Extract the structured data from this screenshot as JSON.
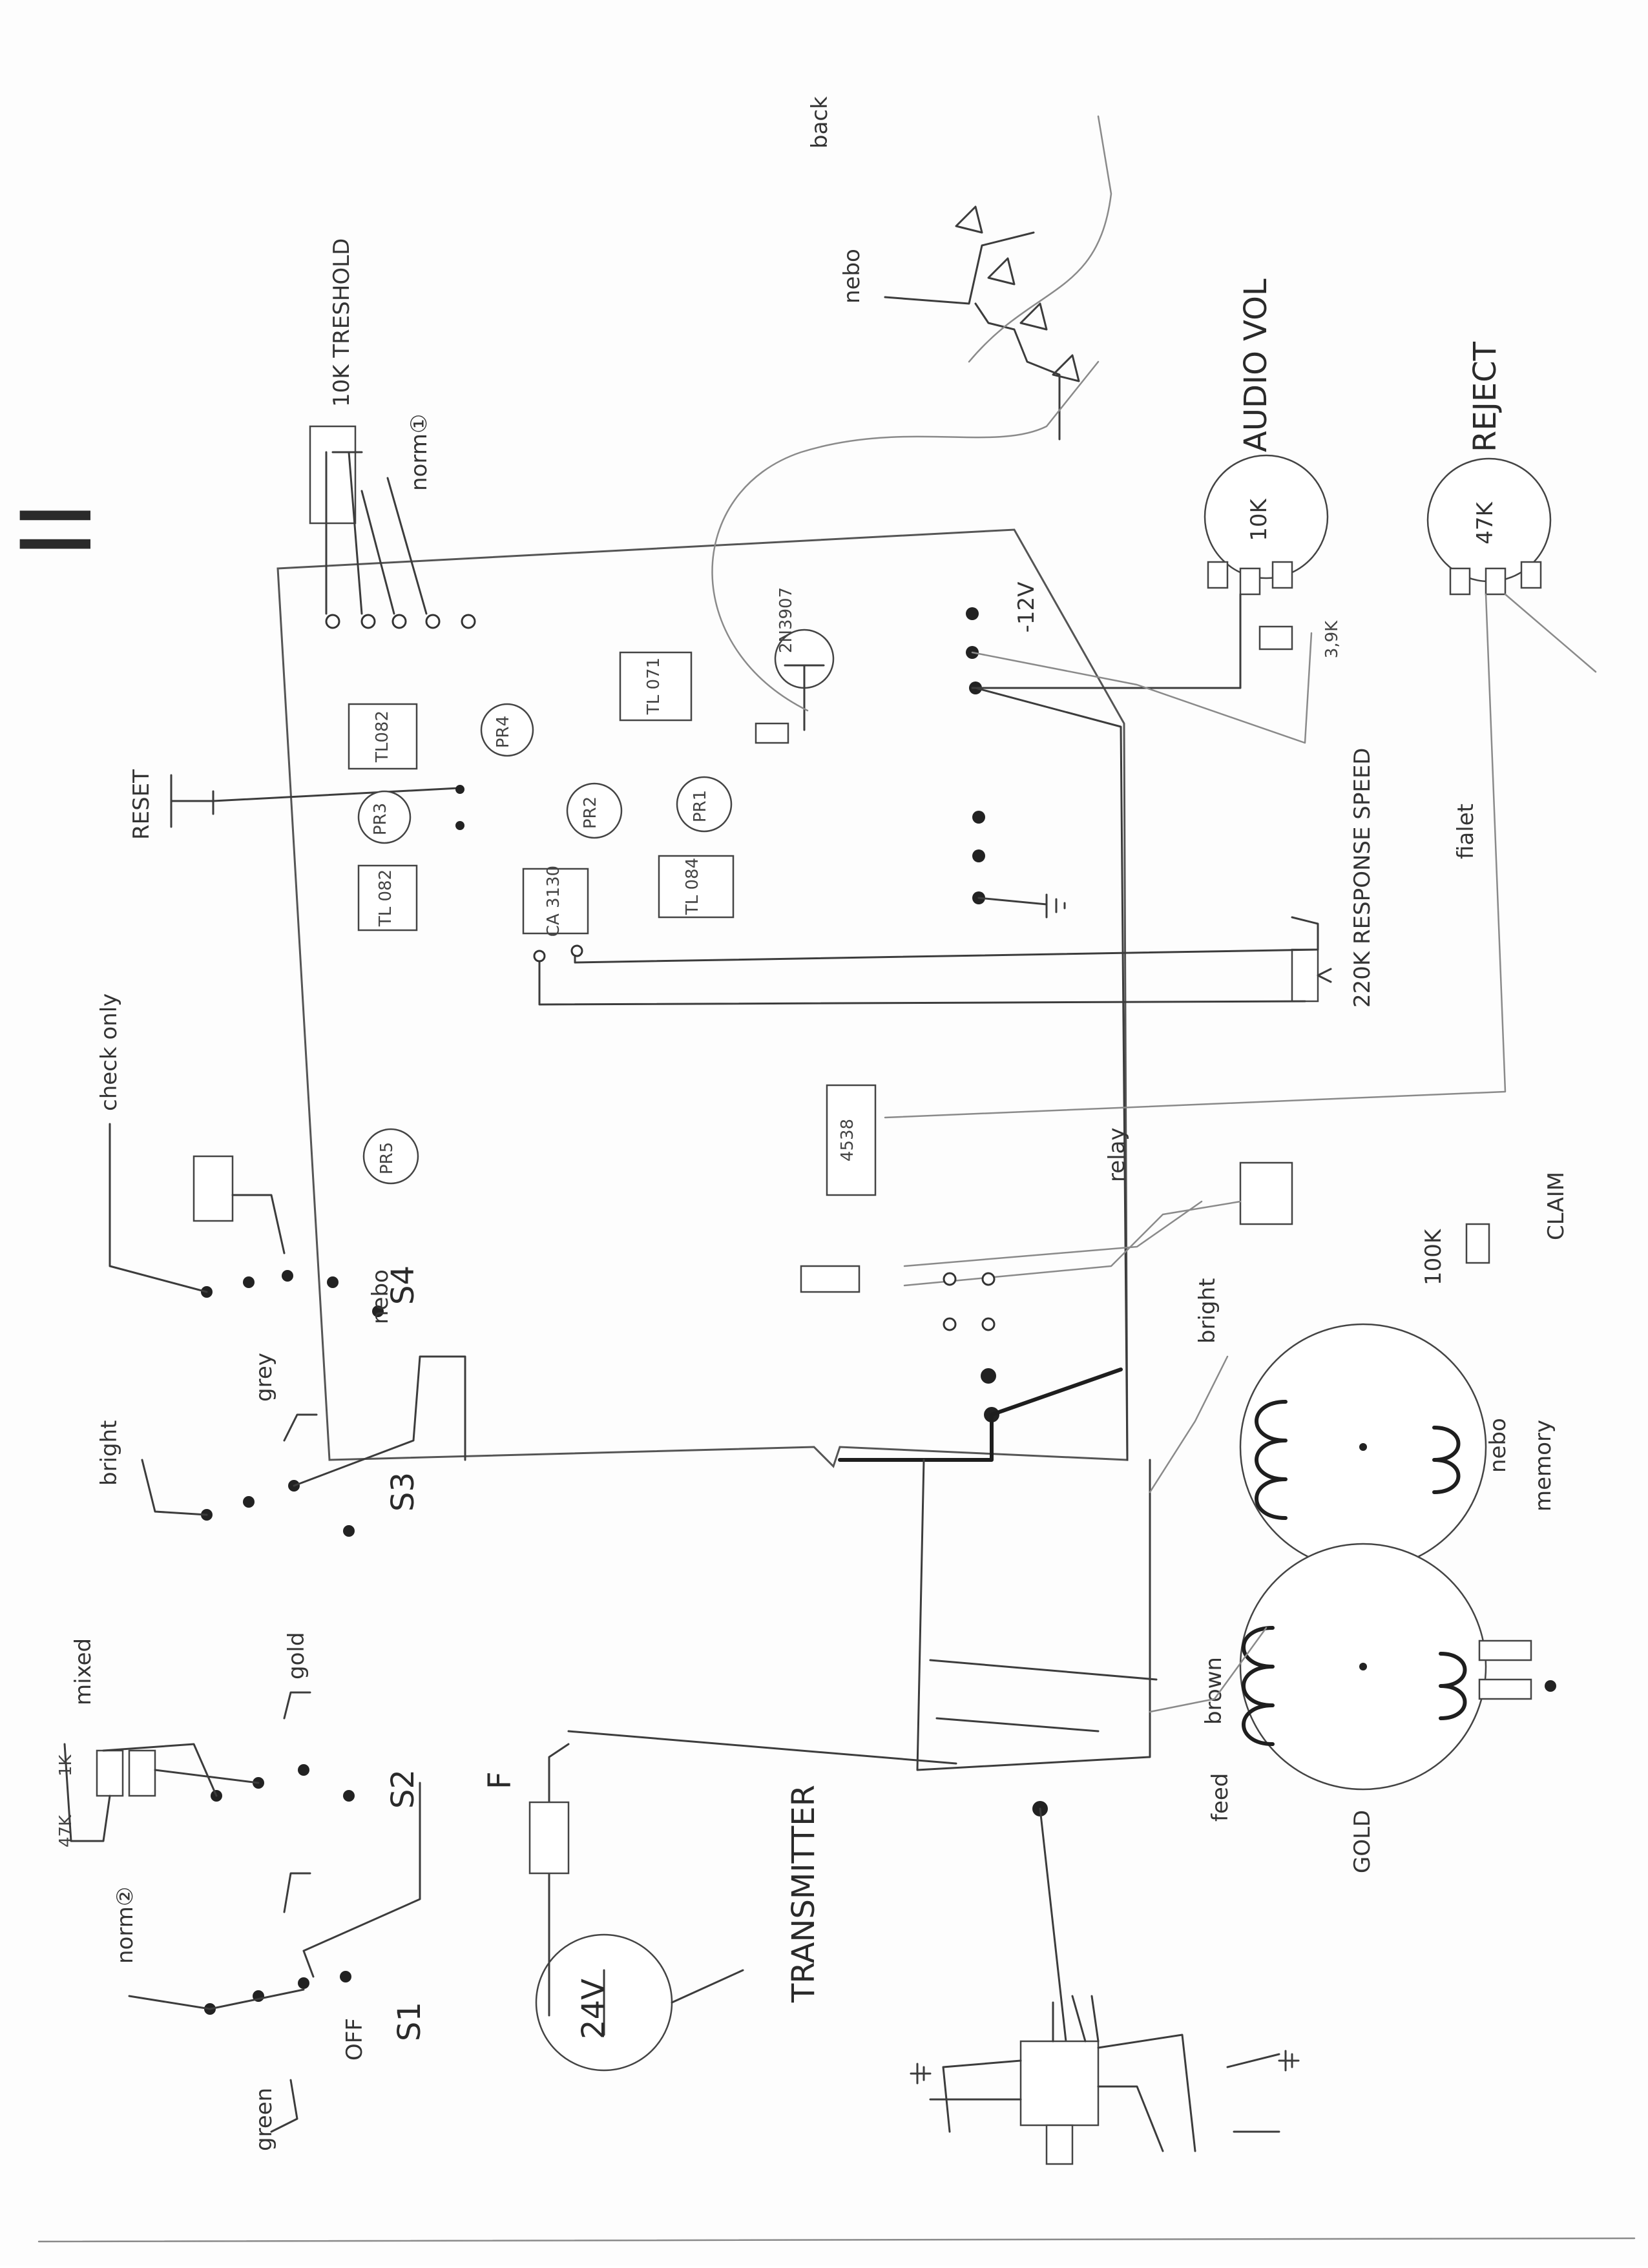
{
  "labels": {
    "page_mark": "II",
    "threshold_pot": "10K TRESHOLD",
    "norm_top": "norm①",
    "reset": "RESET",
    "back": "back",
    "nebo_top": "nebo",
    "audio_vol": "AUDIO VOL",
    "reject": "REJECT",
    "pot_audio_value": "10K",
    "pot_reject_value": "47K",
    "r_3k9": "3,9K",
    "supply_minus": "-12V",
    "transistor": "2N3907",
    "pr1": "PR1",
    "pr2": "PR2",
    "pr3": "PR3",
    "pr4": "PR4",
    "pr5": "PR5",
    "ic_tl082": "TL082",
    "ic_tl071": "TL 071",
    "ic_tl082b": "TL 082",
    "ic_ca3130": "CA 3130",
    "ic_tl084": "TL 084",
    "ic_4538": "4538",
    "response_speed": "220K RESPONSE SPEED",
    "ground_label": "fialet",
    "relay": "relay",
    "claim": "CLAIM",
    "r_100k": "100K",
    "bright": "bright",
    "nebo_s4": "nebo",
    "memory": "memory",
    "nebo_coil": "nebo",
    "gold": "GOLD",
    "feed": "feed",
    "brown": "brown",
    "fuse": "F",
    "battery": "24V",
    "transmitter": "TRANSMITTER",
    "s1": "S1",
    "s2": "S2",
    "s3": "S3",
    "s4": "S4",
    "off": "OFF",
    "norm_s1": "norm②",
    "green": "green",
    "bright_s3": "bright",
    "gold_s2": "gold",
    "grey_s4": "grey",
    "r_1k": "1K",
    "r_47k": "47K",
    "mixed": "mixed",
    "check_only": "check only"
  }
}
